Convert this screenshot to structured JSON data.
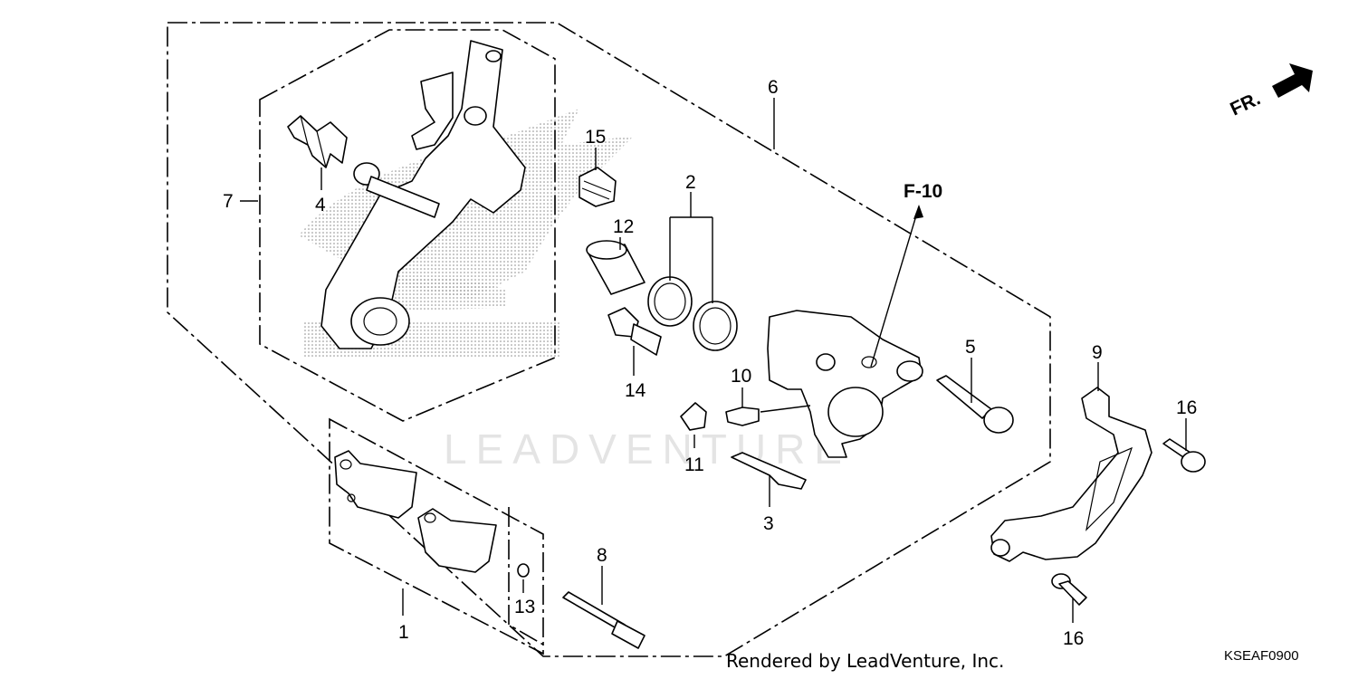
{
  "watermark": "LEADVENTURE",
  "direction_marker": "FR.",
  "reference": "F-10",
  "callouts": [
    {
      "id": "c1",
      "label": "1"
    },
    {
      "id": "c2",
      "label": "2"
    },
    {
      "id": "c3",
      "label": "3"
    },
    {
      "id": "c4",
      "label": "4"
    },
    {
      "id": "c5",
      "label": "5"
    },
    {
      "id": "c6",
      "label": "6"
    },
    {
      "id": "c7",
      "label": "7"
    },
    {
      "id": "c8",
      "label": "8"
    },
    {
      "id": "c9",
      "label": "9"
    },
    {
      "id": "c10",
      "label": "10"
    },
    {
      "id": "c11",
      "label": "11"
    },
    {
      "id": "c12",
      "label": "12"
    },
    {
      "id": "c13",
      "label": "13"
    },
    {
      "id": "c14",
      "label": "14"
    },
    {
      "id": "c15",
      "label": "15"
    },
    {
      "id": "c16a",
      "label": "16"
    },
    {
      "id": "c16b",
      "label": "16"
    }
  ],
  "footer": "Rendered by LeadVenture, Inc.",
  "diagram_code": "KSEAF0900"
}
